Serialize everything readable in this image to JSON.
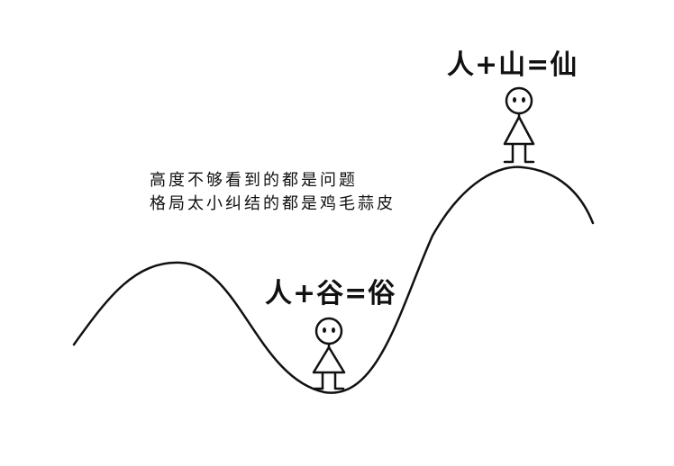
{
  "labels": {
    "top": "人+山=仙",
    "bottom": "人+谷=俗"
  },
  "caption": {
    "line1": "高度不够看到的都是问题",
    "line2": "格局太小纠结的都是鸡毛蒜皮"
  },
  "colors": {
    "ink": "#111111",
    "background": "#ffffff"
  }
}
